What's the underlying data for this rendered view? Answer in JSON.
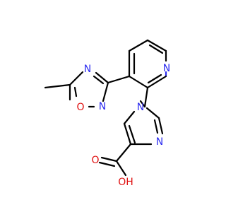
{
  "molecule": {
    "atoms": {
      "pyridine_n": "N",
      "oxadiazole_n4": "N",
      "oxadiazole_n2": "N",
      "oxadiazole_o1": "O",
      "imidazole_n1": "N",
      "imidazole_n3": "N",
      "carboxyl_o_double": "O",
      "carboxyl_oh": "OH"
    },
    "colors": {
      "carbon_bond": "#000000",
      "nitrogen": "#2c2cf0",
      "oxygen": "#e01010",
      "background": "#ffffff"
    }
  }
}
